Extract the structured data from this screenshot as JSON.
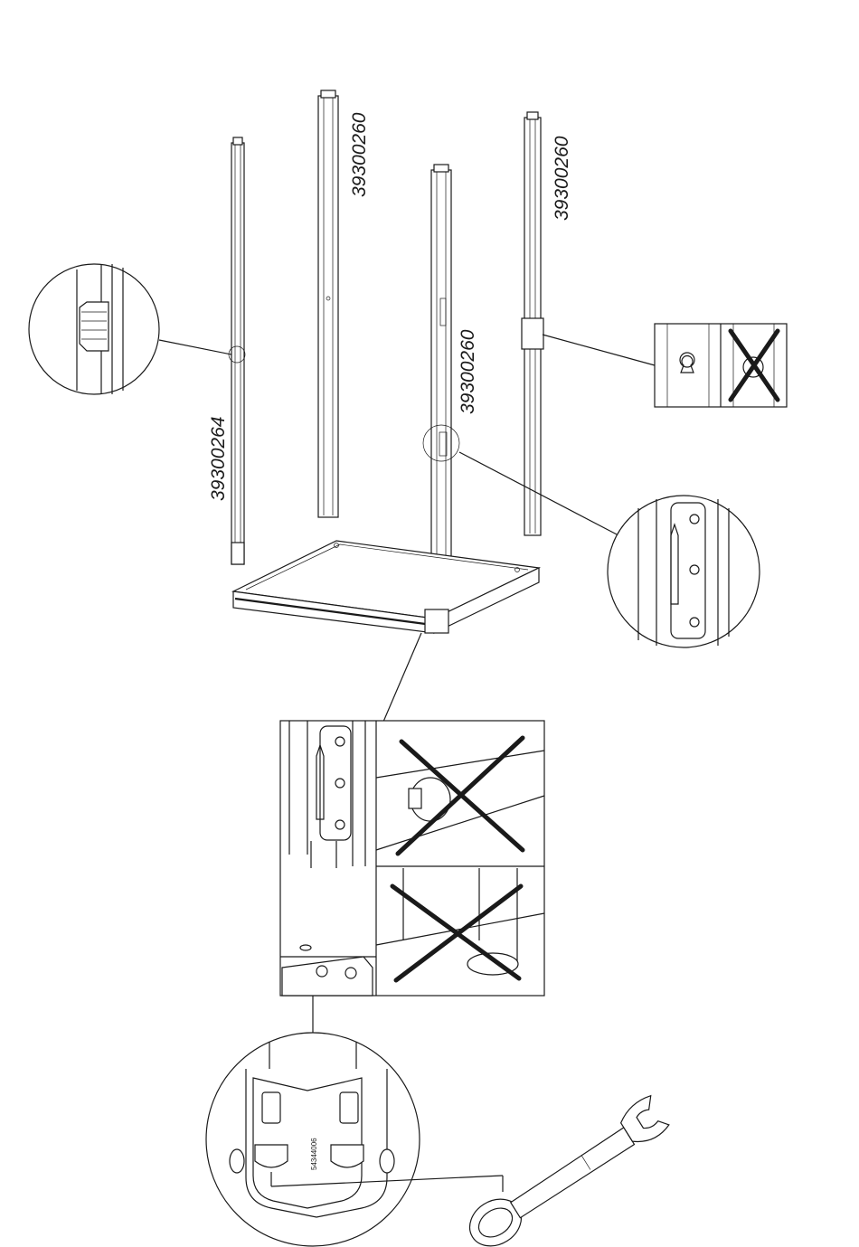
{
  "part_numbers": {
    "profile_left": "39300264",
    "profile_back_left": "39300260",
    "profile_front": "39300260",
    "profile_back_right": "39300260"
  },
  "insert_label": "54344006",
  "icons": {
    "detail_warning": "cross-mark-icon",
    "keyhole": "keyhole-icon",
    "wrench": "combination-wrench-icon"
  },
  "colors": {
    "line": "#1a1a1a",
    "background": "#ffffff"
  }
}
